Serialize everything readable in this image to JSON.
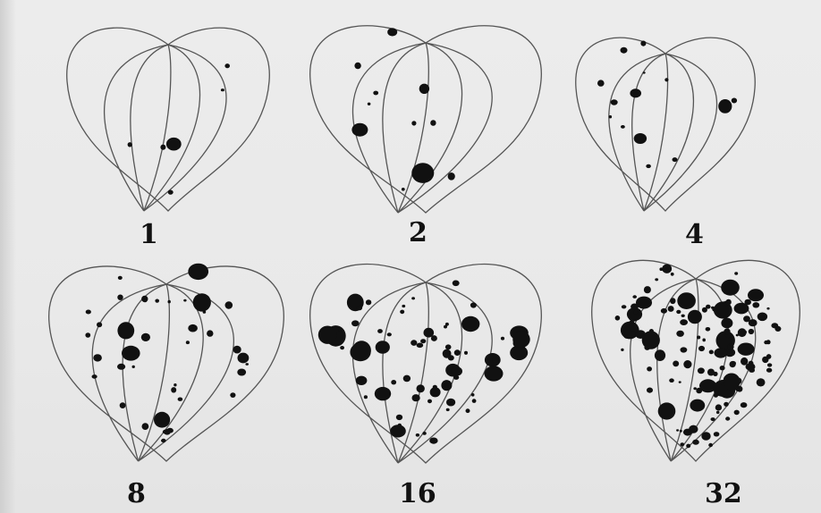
{
  "figure": {
    "panels": [
      {
        "label": "1",
        "spots": 6
      },
      {
        "label": "2",
        "spots": 11
      },
      {
        "label": "4",
        "spots": 14
      },
      {
        "label": "8",
        "spots": 40
      },
      {
        "label": "16",
        "spots": 70
      },
      {
        "label": "32",
        "spots": 130
      }
    ]
  }
}
